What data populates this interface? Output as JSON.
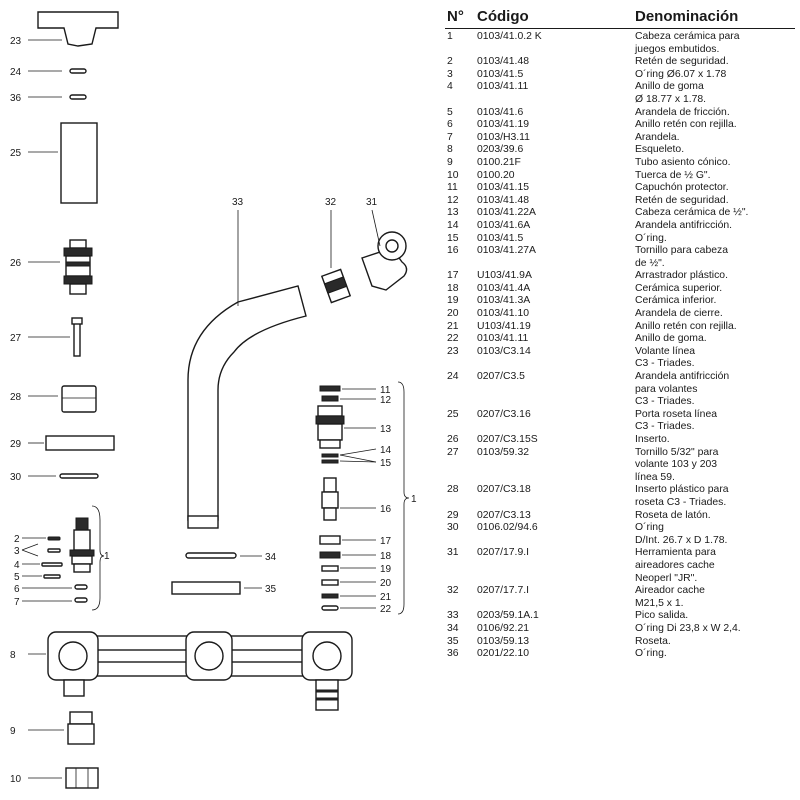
{
  "table": {
    "headers": {
      "num": "N°",
      "code": "Código",
      "desc": "Denominación"
    },
    "rows": [
      {
        "num": "1",
        "code": "0103/41.0.2 K",
        "desc": "Cabeza cerámica para\njuegos embutidos."
      },
      {
        "num": "2",
        "code": "0103/41.48",
        "desc": "Retén de seguridad."
      },
      {
        "num": "3",
        "code": "0103/41.5",
        "desc": "O´ring Ø6.07 x 1.78"
      },
      {
        "num": "4",
        "code": "0103/41.11",
        "desc": "Anillo de goma\nØ 18.77 x 1.78."
      },
      {
        "num": "5",
        "code": "0103/41.6",
        "desc": "Arandela de fricción."
      },
      {
        "num": "6",
        "code": "0103/41.19",
        "desc": "Anillo retén con rejilla."
      },
      {
        "num": "7",
        "code": "0103/H3.11",
        "desc": "Arandela."
      },
      {
        "num": "8",
        "code": "0203/39.6",
        "desc": "Esqueleto."
      },
      {
        "num": "9",
        "code": "0100.21F",
        "desc": "Tubo asiento cónico."
      },
      {
        "num": "10",
        "code": "0100.20",
        "desc": "Tuerca de ½ G\"."
      },
      {
        "num": "11",
        "code": "0103/41.15",
        "desc": "Capuchón protector."
      },
      {
        "num": "12",
        "code": "0103/41.48",
        "desc": "Retén de seguridad."
      },
      {
        "num": "13",
        "code": "0103/41.22A",
        "desc": "Cabeza cerámica de ½\"."
      },
      {
        "num": "14",
        "code": "0103/41.6A",
        "desc": "Arandela antifricción."
      },
      {
        "num": "15",
        "code": "0103/41.5",
        "desc": "O´ring."
      },
      {
        "num": "16",
        "code": "0103/41.27A",
        "desc": "Tornillo para cabeza\nde ½\"."
      },
      {
        "num": "17",
        "code": "U103/41.9A",
        "desc": "Arrastrador plástico."
      },
      {
        "num": "18",
        "code": "0103/41.4A",
        "desc": "Cerámica superior."
      },
      {
        "num": "19",
        "code": "0103/41.3A",
        "desc": "Cerámica inferior."
      },
      {
        "num": "20",
        "code": "0103/41.10",
        "desc": "Arandela de cierre."
      },
      {
        "num": "21",
        "code": "U103/41.19",
        "desc": "Anillo retén con rejilla."
      },
      {
        "num": "22",
        "code": "0103/41.11",
        "desc": "Anillo de goma."
      },
      {
        "num": "23",
        "code": "0103/C3.14",
        "desc": "Volante línea\nC3 - Triades."
      },
      {
        "num": "24",
        "code": "0207/C3.5",
        "desc": "Arandela antifricción\npara volantes\nC3 - Triades."
      },
      {
        "num": "25",
        "code": "0207/C3.16",
        "desc": "Porta roseta línea\nC3 - Triades."
      },
      {
        "num": "26",
        "code": "0207/C3.15S",
        "desc": "Inserto."
      },
      {
        "num": "27",
        "code": "0103/59.32",
        "desc": "Tornillo 5/32\" para\nvolante 103 y 203\nlínea 59."
      },
      {
        "num": "28",
        "code": "0207/C3.18",
        "desc": "Inserto plástico para\nroseta C3 - Triades."
      },
      {
        "num": "29",
        "code": "0207/C3.13",
        "desc": "Roseta de latón."
      },
      {
        "num": "30",
        "code": "0106.02/94.6",
        "desc": "O´ring\nD/Int. 26.7 x D 1.78."
      },
      {
        "num": "31",
        "code": "0207/17.9.I",
        "desc": "Herramienta para\naireadores cache\nNeoperl \"JR\"."
      },
      {
        "num": "32",
        "code": "0207/17.7.I",
        "desc": "Aireador cache\nM21,5 x 1."
      },
      {
        "num": "33",
        "code": "0203/59.1A.1",
        "desc": "Pico salida."
      },
      {
        "num": "34",
        "code": "0106/92.21",
        "desc": "O´ring Di 23,8 x W 2,4."
      },
      {
        "num": "35",
        "code": "0103/59.13",
        "desc": "Roseta."
      },
      {
        "num": "36",
        "code": "0201/22.10",
        "desc": "O´ring."
      }
    ]
  },
  "diagram": {
    "labels": {
      "p1": "1",
      "p2": "2",
      "p3": "3",
      "p4": "4",
      "p5": "5",
      "p6": "6",
      "p7": "7",
      "p8": "8",
      "p9": "9",
      "p10": "10",
      "p11": "11",
      "p12": "12",
      "p13": "13",
      "p14": "14",
      "p15": "15",
      "p16": "16",
      "p17": "17",
      "p18": "18",
      "p19": "19",
      "p20": "20",
      "p21": "21",
      "p22": "22",
      "p23": "23",
      "p24": "24",
      "p25": "25",
      "p26": "26",
      "p27": "27",
      "p28": "28",
      "p29": "29",
      "p30": "30",
      "p31": "31",
      "p32": "32",
      "p33": "33",
      "p34": "34",
      "p35": "35",
      "p36": "36",
      "p1b": "1"
    }
  }
}
